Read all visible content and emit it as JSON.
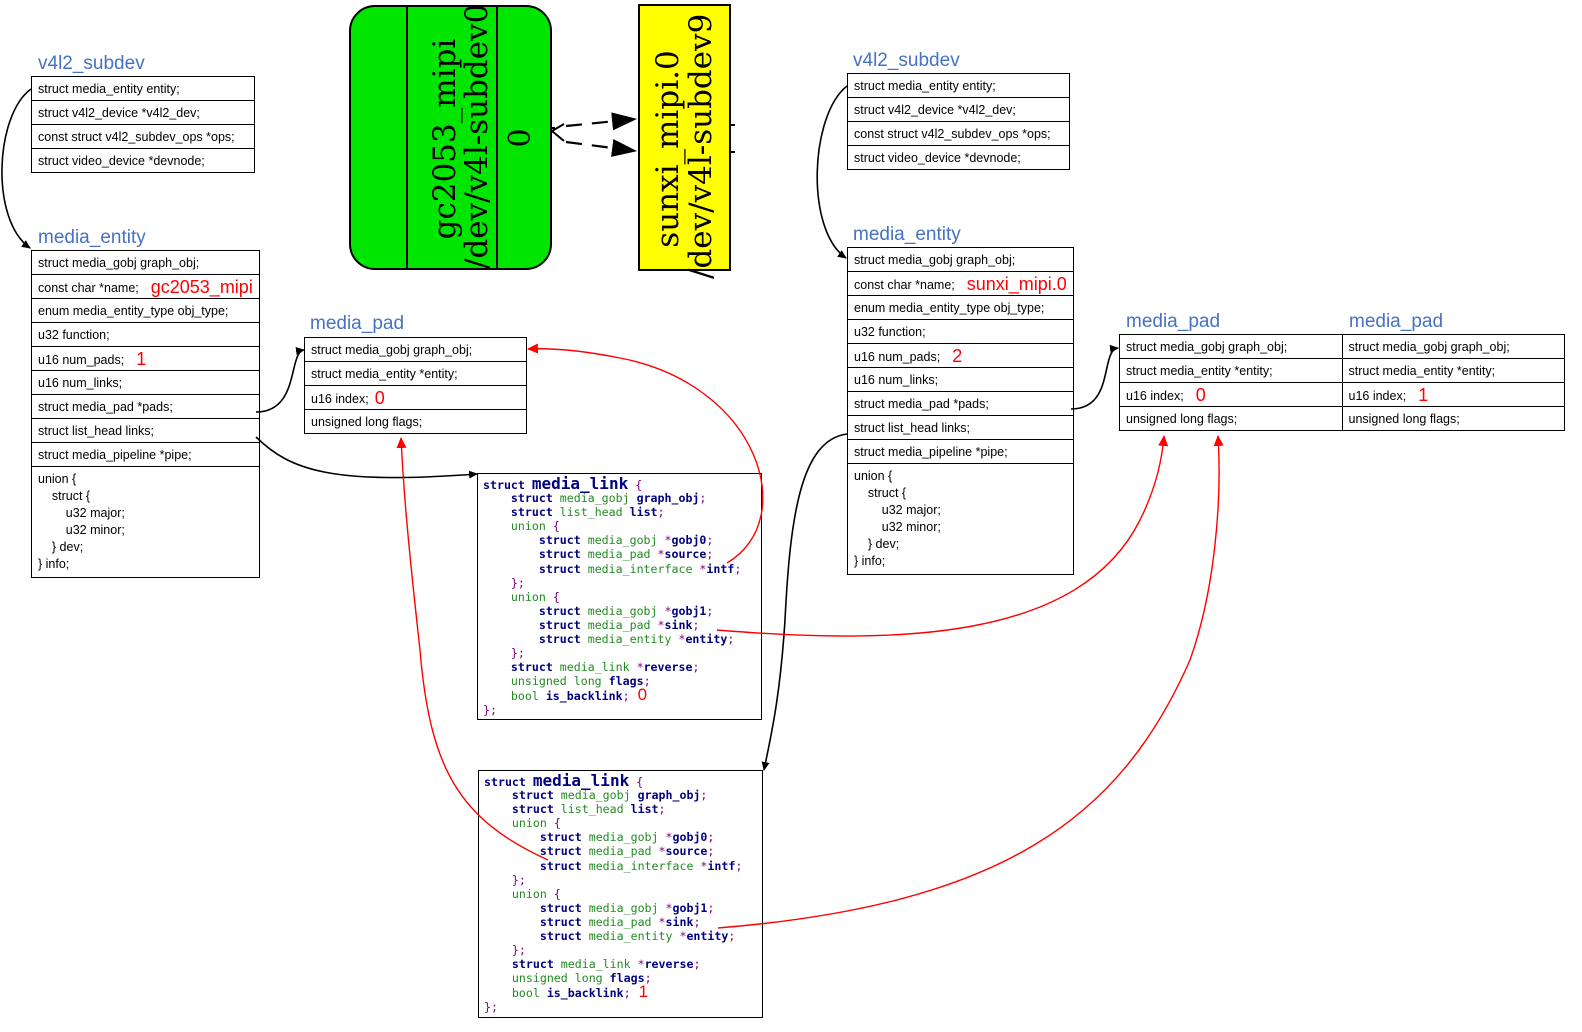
{
  "graph": {
    "node1": {
      "name": "gc2053_mipi",
      "device": "/dev/v4l-subdev0",
      "pad": "0",
      "color": "#00e600"
    },
    "node2": {
      "name": "sunxi_mipi.0",
      "device": "/dev/v4l-subdev9",
      "color": "#ffff00"
    }
  },
  "left": {
    "subdev": {
      "title": "v4l2_subdev",
      "rows": [
        "struct media_entity entity;",
        "struct v4l2_device *v4l2_dev;",
        "const struct v4l2_subdev_ops *ops;",
        "struct video_device *devnode;"
      ]
    },
    "entity": {
      "title": "media_entity",
      "rows": [
        "struct media_gobj graph_obj;",
        "const char *name;",
        "enum media_entity_type obj_type;",
        "u32 function;",
        "u16 num_pads;",
        "u16 num_links;",
        "struct media_pad *pads;",
        "struct list_head links;",
        "struct media_pipeline *pipe;"
      ],
      "union_text": "union {\n    struct {\n        u32 major;\n        u32 minor;\n    } dev;\n} info;",
      "name_value": "gc2053_mipi",
      "num_pads_value": "1"
    },
    "pad": {
      "title": "media_pad",
      "rows": [
        "struct media_gobj graph_obj;",
        "struct media_entity *entity;",
        "u16 index;",
        "unsigned long flags;"
      ],
      "index_value": "0"
    }
  },
  "right": {
    "subdev": {
      "title": "v4l2_subdev",
      "rows": [
        "struct media_entity entity;",
        "struct v4l2_device *v4l2_dev;",
        "const struct v4l2_subdev_ops *ops;",
        "struct video_device *devnode;"
      ]
    },
    "entity": {
      "title": "media_entity",
      "rows": [
        "struct media_gobj graph_obj;",
        "const char *name;",
        "enum media_entity_type obj_type;",
        "u32 function;",
        "u16 num_pads;",
        "u16 num_links;",
        "struct media_pad *pads;",
        "struct list_head links;",
        "struct media_pipeline *pipe;"
      ],
      "union_text": "union {\n    struct {\n        u32 major;\n        u32 minor;\n    } dev;\n} info;",
      "name_value": "sunxi_mipi.0",
      "num_pads_value": "2"
    },
    "pad0": {
      "title": "media_pad",
      "rows": [
        "struct media_gobj graph_obj;",
        "struct media_entity *entity;",
        "u16 index;",
        "unsigned long flags;"
      ],
      "index_value": "0"
    },
    "pad1": {
      "title": "media_pad",
      "rows": [
        "struct media_gobj graph_obj;",
        "struct media_entity *entity;",
        "u16 index;",
        "unsigned long flags;"
      ],
      "index_value": "1"
    }
  },
  "link": {
    "struct_kw": "struct",
    "name": "media_link",
    "open": "{",
    "l1": {
      "kw": "struct",
      "type": "media_gobj",
      "member": "graph_obj"
    },
    "l2": {
      "kw": "struct",
      "type": "list_head",
      "member": "list"
    },
    "union_kw": "union",
    "u1": [
      {
        "kw": "struct",
        "type": "media_gobj",
        "star": "*",
        "member": "gobj0"
      },
      {
        "kw": "struct",
        "type": "media_pad",
        "star": "*",
        "member": "source"
      },
      {
        "kw": "struct",
        "type": "media_interface",
        "star": "*",
        "member": "intf"
      }
    ],
    "close_union": "};",
    "u2": [
      {
        "kw": "struct",
        "type": "media_gobj",
        "star": "*",
        "member": "gobj1"
      },
      {
        "kw": "struct",
        "type": "media_pad",
        "star": "*",
        "member": "sink"
      },
      {
        "kw": "struct",
        "type": "media_entity",
        "star": "*",
        "member": "entity"
      }
    ],
    "rev": {
      "kw": "struct",
      "type": "media_link",
      "star": "*",
      "member": "reverse"
    },
    "flags": {
      "type": "unsigned long",
      "member": "flags"
    },
    "backlink": {
      "type": "bool",
      "member": "is_backlink"
    },
    "close": "};",
    "link1_backlink_value": "0",
    "link2_backlink_value": "1"
  }
}
